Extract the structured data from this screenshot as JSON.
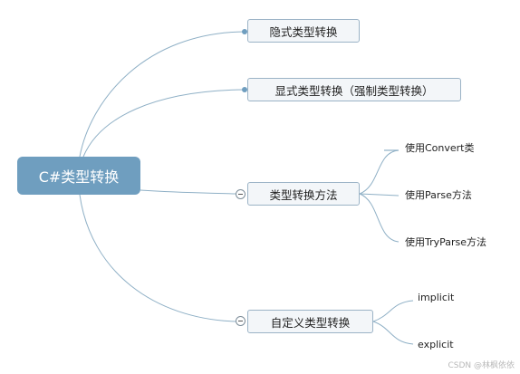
{
  "mindmap": {
    "root": {
      "label": "C#类型转换"
    },
    "branches": [
      {
        "label": "隐式类型转换",
        "children": []
      },
      {
        "label": "显式类型转换（强制类型转换）",
        "children": []
      },
      {
        "label": "类型转换方法",
        "children": [
          "使用Convert类",
          "使用Parse方法",
          "使用TryParse方法"
        ]
      },
      {
        "label": "自定义类型转换",
        "children": [
          "implicit",
          "explicit"
        ]
      }
    ]
  },
  "watermark": "CSDN @林枫依依",
  "colors": {
    "root_fill": "#6f9ebf",
    "connector": "#8fb0c6",
    "branch_fill": "#f3f6f9",
    "branch_border": "#9bb3c6"
  }
}
